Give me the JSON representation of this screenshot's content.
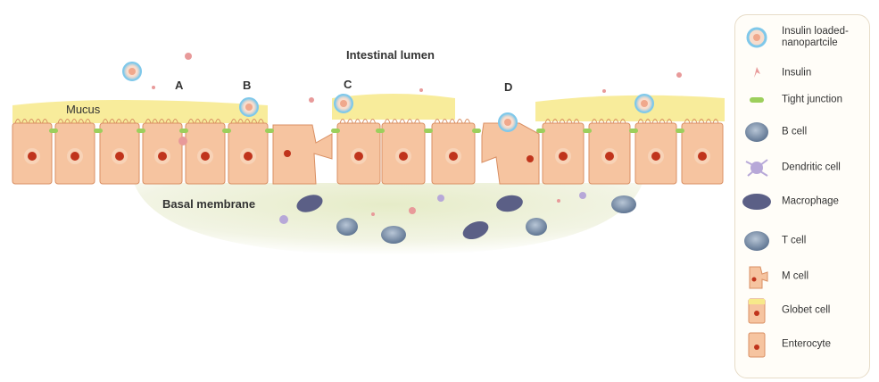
{
  "diagram": {
    "lumen_label": "Intestinal lumen",
    "mucus_label": "Mucus",
    "basal_label": "Basal membrane",
    "pathways": [
      "A",
      "B",
      "C",
      "D"
    ]
  },
  "legend": {
    "items": [
      {
        "icon": "nanoparticle-icon",
        "label": "Insulin loaded-\nnanopartcile"
      },
      {
        "icon": "insulin-icon",
        "label": "Insulin"
      },
      {
        "icon": "tight-junction-icon",
        "label": "Tight junction"
      },
      {
        "icon": "b-cell-icon",
        "label": "B cell"
      },
      {
        "icon": "dendritic-cell-icon",
        "label": "Dendritic cell"
      },
      {
        "icon": "macrophage-icon",
        "label": "Macrophage"
      },
      {
        "icon": "t-cell-icon",
        "label": "T cell"
      },
      {
        "icon": "m-cell-icon",
        "label": "M cell"
      },
      {
        "icon": "globet-cell-icon",
        "label": "Globet cell"
      },
      {
        "icon": "enterocyte-icon",
        "label": "Enterocyte"
      }
    ]
  },
  "colors": {
    "cell_fill": "#f6c4a0",
    "cell_stroke": "#d98f63",
    "nucleus": "#c0341c",
    "mucus": "#f7e98a",
    "tight_junction": "#9ccf5c",
    "nanoparticle_ring": "#7fc8ea",
    "immune_cell": "#7f93ac",
    "macrophage": "#5b5f86",
    "dendritic": "#b7a8d8"
  }
}
